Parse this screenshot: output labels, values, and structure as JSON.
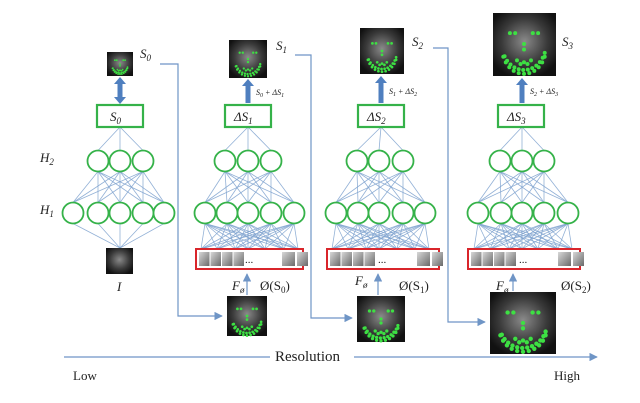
{
  "labels": {
    "s0": "S",
    "s0_sub": "0",
    "s1": "S",
    "s1_sub": "1",
    "s2": "S",
    "s2_sub": "2",
    "s3": "S",
    "s3_sub": "3",
    "box0": "S",
    "box0_sub": "0",
    "box1": "ΔS",
    "box1_sub": "1",
    "box2": "ΔS",
    "box2_sub": "2",
    "box3": "ΔS",
    "box3_sub": "3",
    "up1": "S",
    "up1_sub": "0",
    "up1_tail": " + ΔS",
    "up1_sub2": "1",
    "up2": "S",
    "up2_sub": "1",
    "up2_tail": " + ΔS",
    "up2_sub2": "2",
    "up3": "S",
    "up3_sub": "2",
    "up3_tail": " + ΔS",
    "up3_sub2": "3",
    "h2": "H",
    "h2_sub": "2",
    "h1": "H",
    "h1_sub": "1",
    "input": "I",
    "f1": "F",
    "f1_sub": "ø",
    "phi1": "Ø(S",
    "phi1_sub": "0",
    "phi1_close": ")",
    "f2": "F",
    "f2_sub": "ø",
    "phi2": "Ø(S",
    "phi2_sub": "1",
    "phi2_close": ")",
    "f3": "F",
    "f3_sub": "ø",
    "phi3": "Ø(S",
    "phi3_sub": "2",
    "phi3_close": ")",
    "dots": "...",
    "resolution": "Resolution",
    "low": "Low",
    "high": "High"
  },
  "colors": {
    "node": "#35b249",
    "feature_box": "#d9252b",
    "edges": "#7fa3cf",
    "flow": "#6f95c6",
    "landmark": "#3de043"
  }
}
